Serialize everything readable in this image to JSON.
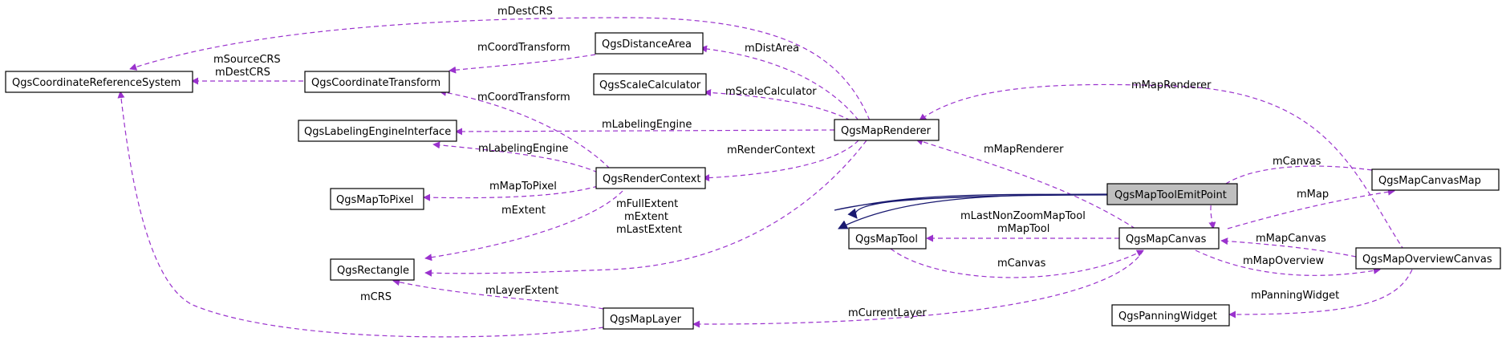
{
  "colors": {
    "association_edge": "#9a32cd",
    "inheritance_edge": "#191970",
    "highlight_fill": "#bfbfbf"
  },
  "nodes": {
    "crs": "QgsCoordinateReferenceSystem",
    "coord_transform": "QgsCoordinateTransform",
    "distance_area": "QgsDistanceArea",
    "scale_calculator": "QgsScaleCalculator",
    "labeling_engine": "QgsLabelingEngineInterface",
    "map_renderer": "QgsMapRenderer",
    "render_context": "QgsRenderContext",
    "map_to_pixel": "QgsMapToPixel",
    "rectangle": "QgsRectangle",
    "map_tool": "QgsMapTool",
    "map_tool_emit_point": "QgsMapToolEmitPoint",
    "map_canvas": "QgsMapCanvas",
    "map_canvas_map": "QgsMapCanvasMap",
    "map_overview_canvas": "QgsMapOverviewCanvas",
    "panning_widget": "QgsPanningWidget",
    "map_layer": "QgsMapLayer"
  },
  "edges": {
    "m_dest_crs_top": "mDestCRS",
    "m_source_crs": "mSourceCRS",
    "m_dest_crs": "mDestCRS",
    "m_coord_transform_1": "mCoordTransform",
    "m_dist_area": "mDistArea",
    "m_scale_calculator": "mScaleCalculator",
    "m_coord_transform_2": "mCoordTransform",
    "m_map_renderer_top": "mMapRenderer",
    "m_labeling_engine_1": "mLabelingEngine",
    "m_labeling_engine_2": "mLabelingEngine",
    "m_render_context": "mRenderContext",
    "m_map_renderer": "mMapRenderer",
    "m_canvas_1": "mCanvas",
    "m_map_to_pixel": "mMapToPixel",
    "m_map": "mMap",
    "m_extent": "mExtent",
    "m_full_extent": "mFullExtent",
    "m_extent_2": "mExtent",
    "m_last_extent": "mLastExtent",
    "m_last_non_zoom_map_tool": "mLastNonZoomMapTool",
    "m_map_tool": "mMapTool",
    "m_map_canvas": "mMapCanvas",
    "m_canvas_2": "mCanvas",
    "m_map_overview": "mMapOverview",
    "m_panning_widget": "mPanningWidget",
    "m_layer_extent": "mLayerExtent",
    "m_crs": "mCRS",
    "m_current_layer": "mCurrentLayer"
  }
}
